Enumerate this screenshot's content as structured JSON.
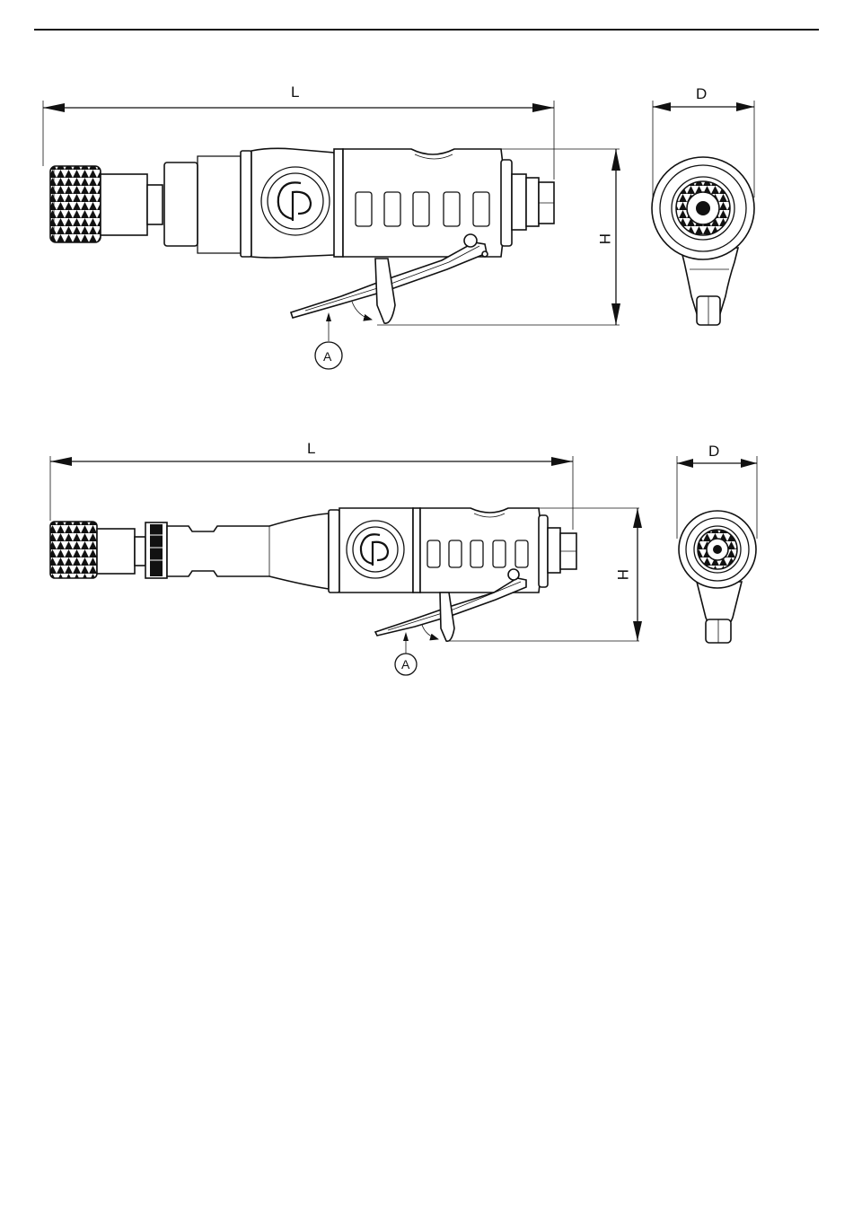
{
  "drawing_top": {
    "length_label": "L",
    "height_label": "H",
    "diameter_label": "D",
    "callout_label": "A"
  },
  "drawing_bottom": {
    "length_label": "L",
    "height_label": "H",
    "diameter_label": "D",
    "callout_label": "A"
  },
  "colors": {
    "ink": "#111111",
    "paper": "#ffffff"
  },
  "icons": {
    "brand_logo": "cp-logo-icon"
  }
}
